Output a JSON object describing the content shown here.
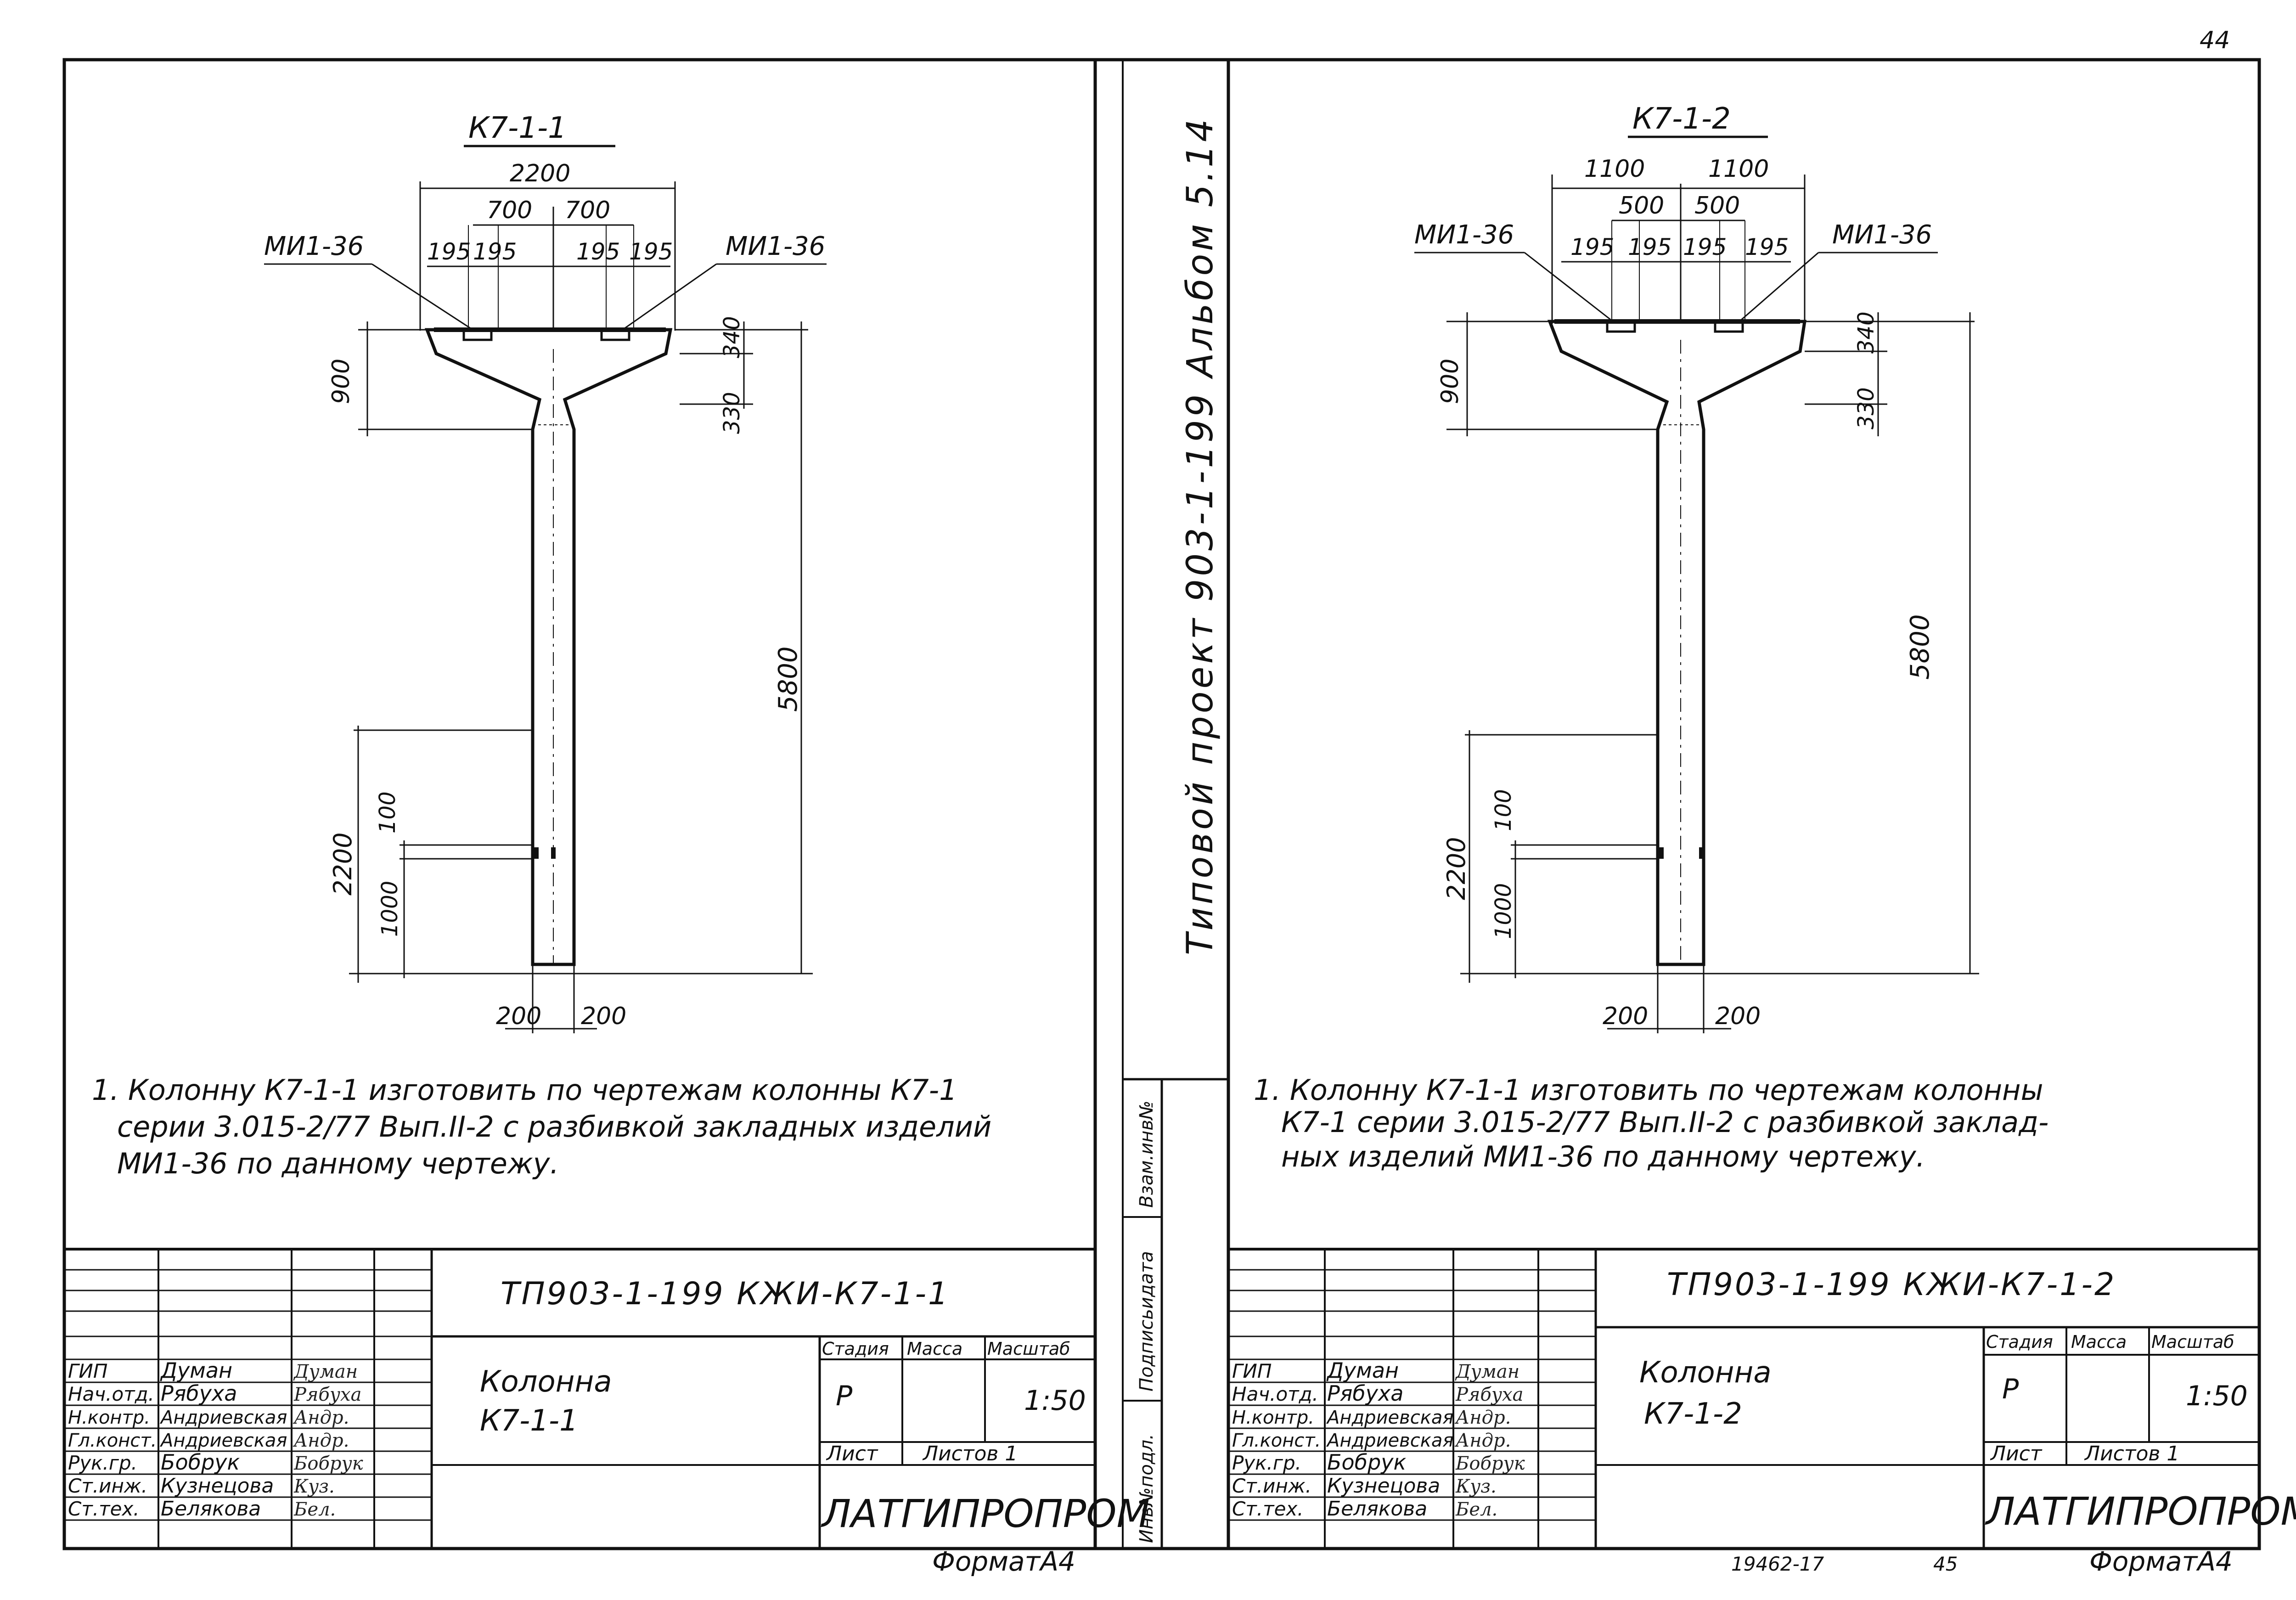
{
  "page_number": "44",
  "footer_code": "19462-17",
  "footer_page": "45",
  "format_label": "ФорматА4",
  "album_stamp": "Типовой проект 903-1-199 Альбом 5.14",
  "side_fields": {
    "inv_no": "Инв№подл.",
    "sign_date": "Подписьидата",
    "replace_inv": "Взам.инв№"
  },
  "sheets": [
    {
      "title": "К7-1-1",
      "dims": {
        "total_width": "2200",
        "half_left": "700",
        "half_right": "700",
        "s1": "195",
        "s2": "195",
        "s3": "195",
        "s4": "195",
        "head_height": "900",
        "d340": "340",
        "d330": "330",
        "shaft": "5800",
        "lower": "2200",
        "d100": "100",
        "d1000": "1000",
        "base_left": "200",
        "base_right": "200"
      },
      "labels": {
        "mi_left": "МИ1-36",
        "mi_right": "МИ1-36"
      },
      "note": [
        "1. Колонну К7-1-1 изготовить по чертежам колонны К7-1",
        "серии 3.015-2/77 Вып.II-2 с разбивкой закладных изделий",
        "МИ1-36 по данному чертежу."
      ],
      "stamp": {
        "code": "ТП903-1-199 КЖИ-К7-1-1",
        "name1": "Колонна",
        "name2": "К7-1-1",
        "stage_h": "Стадия",
        "mass_h": "Масса",
        "scale_h": "Масштаб",
        "stage": "Р",
        "scale": "1:50",
        "sheet_h": "Лист",
        "sheets_h": "Листов 1",
        "org": "ЛАТГИПРОПРОМ",
        "roles": [
          {
            "role": "ГИП",
            "name": "Думан",
            "sign": "Думан"
          },
          {
            "role": "Нач.отд.",
            "name": "Рябуха",
            "sign": "Рябуха"
          },
          {
            "role": "Н.контр.",
            "name": "Андриевская",
            "sign": "Андр."
          },
          {
            "role": "Гл.конст.",
            "name": "Андриевская",
            "sign": "Андр."
          },
          {
            "role": "Рук.гр.",
            "name": "Бобрук",
            "sign": "Бобрук"
          },
          {
            "role": "Ст.инж.",
            "name": "Кузнецова",
            "sign": "Куз."
          },
          {
            "role": "Ст.тех.",
            "name": "Белякова",
            "sign": "Бел."
          }
        ]
      }
    },
    {
      "title": "К7-1-2",
      "dims": {
        "half_left": "1100",
        "half_right": "1100",
        "inner_left": "500",
        "inner_right": "500",
        "s1": "195",
        "s2": "195",
        "s3": "195",
        "s4": "195",
        "head_height": "900",
        "d340": "340",
        "d330": "330",
        "shaft": "5800",
        "lower": "2200",
        "d100": "100",
        "d1000": "1000",
        "base_left": "200",
        "base_right": "200"
      },
      "labels": {
        "mi_left": "МИ1-36",
        "mi_right": "МИ1-36"
      },
      "note": [
        "1. Колонну К7-1-1 изготовить по чертежам колонны",
        "К7-1 серии 3.015-2/77 Вып.II-2 с разбивкой заклад-",
        "ных изделий МИ1-36 по данному чертежу."
      ],
      "stamp": {
        "code": "ТП903-1-199 КЖИ-К7-1-2",
        "name1": "Колонна",
        "name2": "К7-1-2",
        "stage_h": "Стадия",
        "mass_h": "Масса",
        "scale_h": "Масштаб",
        "stage": "Р",
        "scale": "1:50",
        "sheet_h": "Лист",
        "sheets_h": "Листов 1",
        "org": "ЛАТГИПРОПРОМ",
        "roles": [
          {
            "role": "ГИП",
            "name": "Думан",
            "sign": "Думан"
          },
          {
            "role": "Нач.отд.",
            "name": "Рябуха",
            "sign": "Рябуха"
          },
          {
            "role": "Н.контр.",
            "name": "Андриевская",
            "sign": "Андр."
          },
          {
            "role": "Гл.конст.",
            "name": "Андриевская",
            "sign": "Андр."
          },
          {
            "role": "Рук.гр.",
            "name": "Бобрук",
            "sign": "Бобрук"
          },
          {
            "role": "Ст.инж.",
            "name": "Кузнецова",
            "sign": "Куз."
          },
          {
            "role": "Ст.тех.",
            "name": "Белякова",
            "sign": "Бел."
          }
        ]
      }
    }
  ]
}
